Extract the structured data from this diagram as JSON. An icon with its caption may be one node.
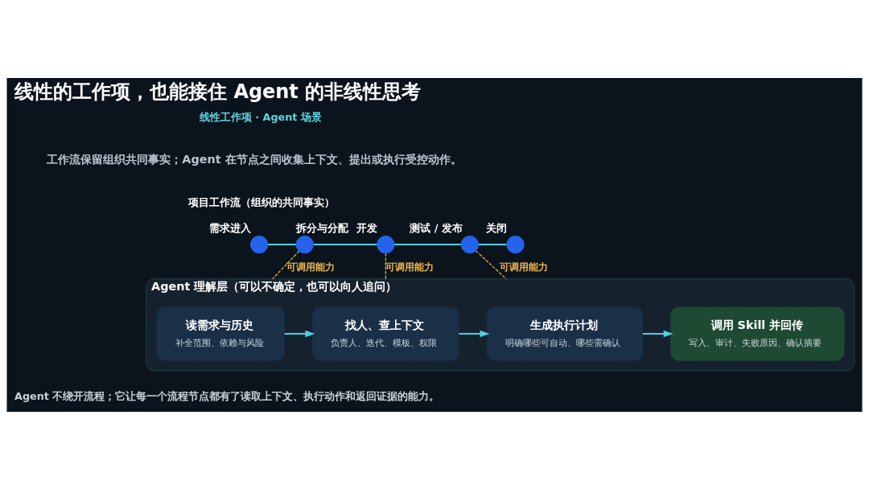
{
  "diagram": {
    "title": "线性的工作项，也能接住 Agent 的非线性思考",
    "caption": "Agent 不绕开流程；它让每一个流程节点都有了读取上下文、执行动作和返回证据的能力。",
    "nodes": [
      {
        "text": [
          "需求进入"
        ]
      },
      {
        "text": [
          "拆分与分配"
        ]
      },
      {
        "text": [
          "开发"
        ]
      },
      {
        "text": [
          "测试 / 发布"
        ]
      },
      {
        "text": [
          "关闭"
        ]
      },
      {
        "text": [
          "Agent 理解层（可以不确定，也可以向人追问）"
        ]
      },
      {
        "text": [
          "读需求与历史",
          "补全范围、依赖与风险"
        ],
        "in": 5
      },
      {
        "text": [
          "找人、查上下文",
          "负责人、迭代、模板、权限"
        ],
        "in": 5
      },
      {
        "text": [
          "生成执行计划",
          "明确哪些可自动、哪些需确认"
        ],
        "in": 5
      },
      {
        "text": [
          "调用 Skill 并回传",
          "写入、审计、失败原因、确认摘要"
        ],
        "in": 5
      }
    ],
    "edges": [
      {
        "from": 0,
        "to": 1,
        "arrow": "none"
      },
      {
        "from": 1,
        "to": 2,
        "arrow": "none"
      },
      {
        "from": 2,
        "to": 3,
        "arrow": "none"
      },
      {
        "from": 3,
        "to": 4,
        "arrow": "none"
      },
      {
        "from": 1,
        "to": 5,
        "arrow": "none",
        "label": "可调用能力",
        "style": "dashed",
        "color": "#f2b84b"
      },
      {
        "from": 2,
        "to": 5,
        "arrow": "none",
        "label": "可调用能力",
        "style": "dashed",
        "color": "#f2b84b"
      },
      {
        "from": 3,
        "to": 5,
        "arrow": "none",
        "label": "可调用能力",
        "style": "dashed",
        "color": "#f2b84b"
      },
      {
        "from": 6,
        "to": 7,
        "arrow": "to"
      },
      {
        "from": 7,
        "to": 8,
        "arrow": "to"
      },
      {
        "from": 8,
        "to": 9,
        "arrow": "to"
      }
    ],
    "labels": [
      "线性工作项 · Agent 场景",
      "工作流保留组织共同事实；Agent 在节点之间收集上下文、提出或执行受控动作。",
      "项目工作流（组织的共同事实）"
    ]
  }
}
